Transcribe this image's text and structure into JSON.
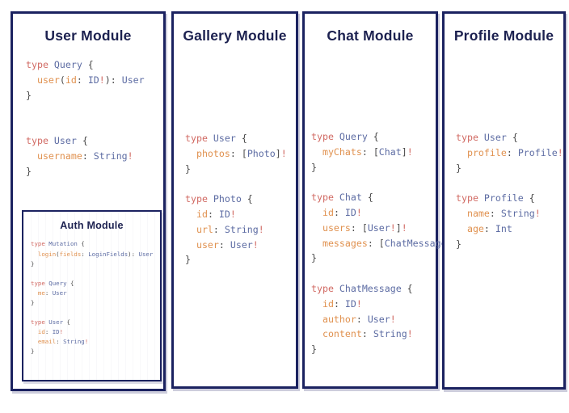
{
  "page": {
    "background": "#ffffff",
    "card_border_color": "#1b2260",
    "title_color": "#1c2150",
    "shadow_color": "#5a5a8c"
  },
  "syntax_colors": {
    "keyword": "#d16a63",
    "type_name": "#5d6ca3",
    "field_name": "#e0914f",
    "value_type": "#5d6ca3",
    "bang": "#d16a63",
    "punctuation": "#4a4a4a"
  },
  "modules": [
    {
      "id": "user",
      "title": "User Module",
      "code_lines": [
        "type Query {",
        "  user(id: ID!): User",
        "}",
        "",
        "",
        "type User {",
        "  username: String!",
        "}"
      ],
      "code_text": "type Query {\n  user(id: ID!): User\n}\n\n\ntype User {\n  username: String!\n}"
    },
    {
      "id": "auth",
      "title": "Auth Module",
      "code_lines": [
        "type Mutation {",
        "  login(fields: LoginFields): User",
        "}",
        "",
        "type Query {",
        "  me: User",
        "}",
        "",
        "type User {",
        "  id: ID!",
        "  email: String!",
        "}"
      ],
      "code_text": "type Mutation {\n  login(fields: LoginFields): User\n}\n\ntype Query {\n  me: User\n}\n\ntype User {\n  id: ID!\n  email: String!\n}"
    },
    {
      "id": "gallery",
      "title": "Gallery Module",
      "code_lines": [
        "type User {",
        "  photos: [Photo]!",
        "}",
        "",
        "type Photo {",
        "  id: ID!",
        "  url: String!",
        "  user: User!",
        "}"
      ],
      "code_text": "type User {\n  photos: [Photo]!\n}\n\ntype Photo {\n  id: ID!\n  url: String!\n  user: User!\n}"
    },
    {
      "id": "chat",
      "title": "Chat Module",
      "code_lines": [
        "type Query {",
        "  myChats: [Chat]!",
        "}",
        "",
        "type Chat {",
        "  id: ID!",
        "  users: [User!]!",
        "  messages: [ChatMessage]!",
        "}",
        "",
        "type ChatMessage {",
        "  id: ID!",
        "  author: User!",
        "  content: String!",
        "}"
      ],
      "code_text": "type Query {\n  myChats: [Chat]!\n}\n\ntype Chat {\n  id: ID!\n  users: [User!]!\n  messages: [ChatMessage]!\n}\n\ntype ChatMessage {\n  id: ID!\n  author: User!\n  content: String!\n}"
    },
    {
      "id": "profile",
      "title": "Profile Module",
      "code_lines": [
        "type User {",
        "  profile: Profile!",
        "}",
        "",
        "type Profile {",
        "  name: String!",
        "  age: Int",
        "}"
      ],
      "code_text": "type User {\n  profile: Profile!\n}\n\ntype Profile {\n  name: String!\n  age: Int\n}"
    }
  ]
}
